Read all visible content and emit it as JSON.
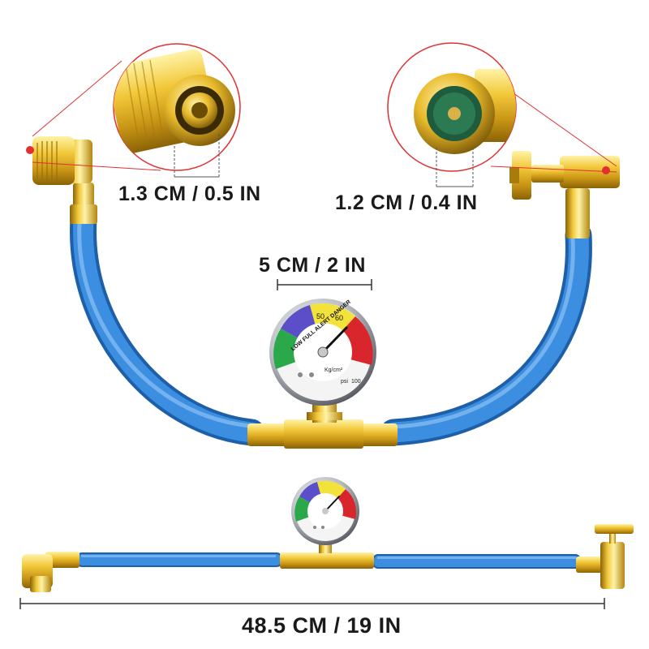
{
  "image": {
    "subject": "A/C refrigerant charging hose with pressure gauge",
    "accent_colors": {
      "hose": "#2f7fd0",
      "brass": "#e6b422",
      "gauge_green": "#2aa84a",
      "gauge_blue": "#5a4fc8",
      "gauge_yellow": "#f2e23a",
      "gauge_red": "#d8262c",
      "highlight_red": "#e23030"
    }
  },
  "dimensions": {
    "left_coupler": "1.3 CM / 0.5 IN",
    "right_coupler": "1.2 CM / 0.4 IN",
    "gauge_diameter": "5 CM / 2 IN",
    "total_length": "48.5 CM / 19 IN"
  },
  "gauge": {
    "scale_top": [
      "50",
      "60"
    ],
    "zone_text": "LOW FULL ALERT DANGER",
    "unit_kg": "Kg/cm²",
    "unit_psi": "psi",
    "max_psi": "100"
  }
}
